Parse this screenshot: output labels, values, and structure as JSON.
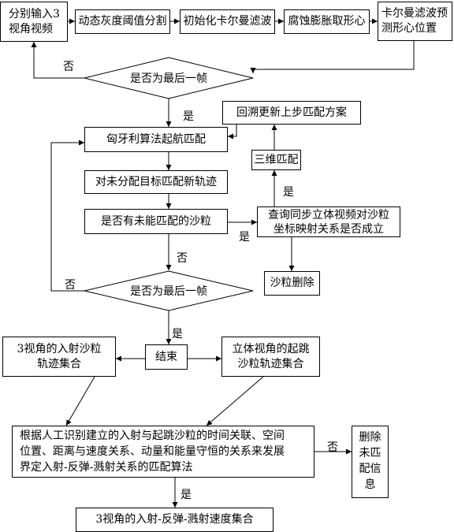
{
  "boxes": {
    "input": "分别输入3\n视角视频",
    "threshold": "动态灰度阈值分割",
    "init_kalman": "初始化卡尔曼滤波",
    "morph": "腐蚀膨胀取形心",
    "kalman_predict": "卡尔曼滤波预\n测形心位置",
    "hungarian": "匈牙利算法起航匹配",
    "assign_new": "对未分配目标匹配新轨迹",
    "unmatched_q": "是否有未能匹配的沙粒",
    "query_stereo": "查询同步立体视频对沙粒\n坐标映射关系是否成立",
    "backtrack": "回溯更新上步匹配方案",
    "match_3d": "三维匹配",
    "delete_grain": "沙粒删除",
    "incident_set": "3视角的入射沙粒\n轨迹集合",
    "end": "结束",
    "takeoff_set": "立体视角的起跳\n沙粒轨迹集合",
    "algorithm": "根据人工识别建立的入射与起跳沙粒的时间关联、空间\n位置、距离与速度关系、动量和能量守恒的关系来发展\n界定入射-反弹-溅射关系的匹配算法",
    "delete_unmatched": "删除\n未匹\n配信\n息",
    "result": "3视角的入射-反弹-溅射速度集合"
  },
  "decisions": {
    "last_frame_1": "是否为最后一帧",
    "last_frame_2": "是否为最后一帧"
  },
  "labels": {
    "yes": "是",
    "no": "否"
  }
}
